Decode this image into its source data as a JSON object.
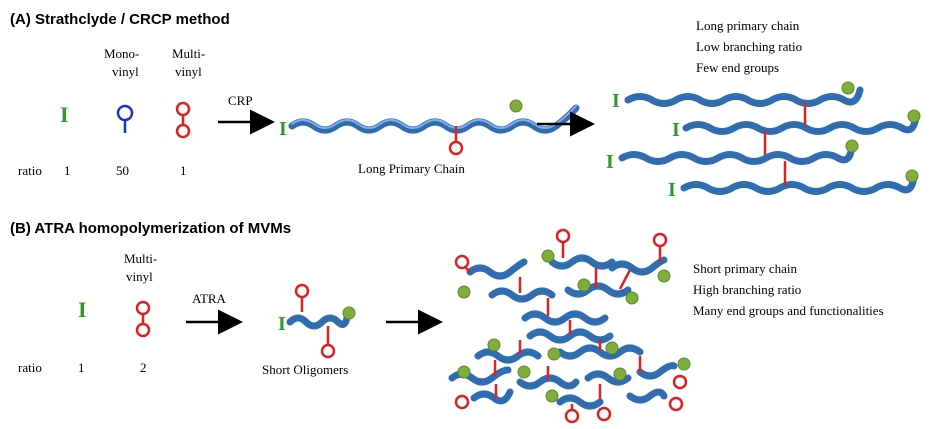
{
  "panel_a": {
    "title": "(A) Strathclyde / CRCP method",
    "initiator_symbol": "I",
    "mono_label_1": "Mono-",
    "mono_label_2": "vinyl",
    "multi_label_1": "Multi-",
    "multi_label_2": "vinyl",
    "ratio_label": "ratio",
    "ratio_values": [
      "1",
      "50",
      "1"
    ],
    "arrow_label": "CRP",
    "chain_label": "Long Primary Chain",
    "result_lines": [
      "Long primary  chain",
      "Low branching ratio",
      "Few end groups"
    ]
  },
  "panel_b": {
    "title": "(B) ATRA homopolymerization of MVMs",
    "initiator_symbol": "I",
    "multi_label_1": "Multi-",
    "multi_label_2": "vinyl",
    "ratio_label": "ratio",
    "ratio_values": [
      "1",
      "2"
    ],
    "arrow_label": "ATRA",
    "oligomer_label": "Short Oligomers",
    "result_lines": [
      "Short primary chain",
      "High branching ratio",
      "Many end groups and functionalities"
    ]
  },
  "colors": {
    "initiator": "#2e9a2e",
    "monovinyl": "#1a2fd6",
    "multivinyl": "#e02020",
    "chain": "#2f6db0",
    "end_group": "#7fae3c"
  }
}
